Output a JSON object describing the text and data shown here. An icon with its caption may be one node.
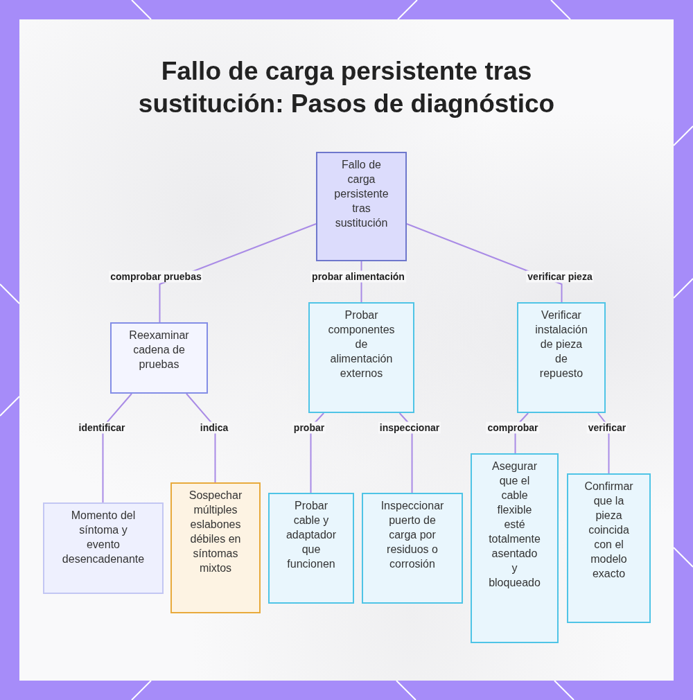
{
  "diagram": {
    "title": "Fallo de carga persistente tras sustitución: Pasos de diagnóstico",
    "nodes": [
      {
        "text": [
          "Fallo de carga persistente tras sustitución"
        ]
      },
      {
        "text": [
          "Reexaminar cadena de pruebas"
        ]
      },
      {
        "text": [
          "Probar componentes de alimentación externos"
        ]
      },
      {
        "text": [
          "Verificar instalación de pieza de repuesto"
        ]
      },
      {
        "text": [
          "Momento del síntoma y evento desencadenante"
        ]
      },
      {
        "text": [
          "Sospechar múltiples eslabones débiles en síntomas mixtos"
        ]
      },
      {
        "text": [
          "Probar cable y adaptador que funcionen"
        ]
      },
      {
        "text": [
          "Inspeccionar puerto de carga por residuos o corrosión"
        ]
      },
      {
        "text": [
          "Asegurar que el cable flexible esté totalmente asentado y bloqueado"
        ]
      },
      {
        "text": [
          "Confirmar que la pieza coincida con el modelo exacto"
        ]
      }
    ],
    "edges": [
      {
        "from": 0,
        "to": 1,
        "arrow": "none",
        "label": "comprobar pruebas"
      },
      {
        "from": 0,
        "to": 2,
        "arrow": "none",
        "label": "probar alimentación"
      },
      {
        "from": 0,
        "to": 3,
        "arrow": "none",
        "label": "verificar pieza"
      },
      {
        "from": 1,
        "to": 4,
        "arrow": "none",
        "label": "identificar"
      },
      {
        "from": 1,
        "to": 5,
        "arrow": "none",
        "label": "indica"
      },
      {
        "from": 2,
        "to": 6,
        "arrow": "none",
        "label": "probar"
      },
      {
        "from": 2,
        "to": 7,
        "arrow": "none",
        "label": "inspeccionar"
      },
      {
        "from": 3,
        "to": 8,
        "arrow": "none",
        "label": "comprobar"
      },
      {
        "from": 3,
        "to": 9,
        "arrow": "none",
        "label": "verificar"
      }
    ]
  }
}
